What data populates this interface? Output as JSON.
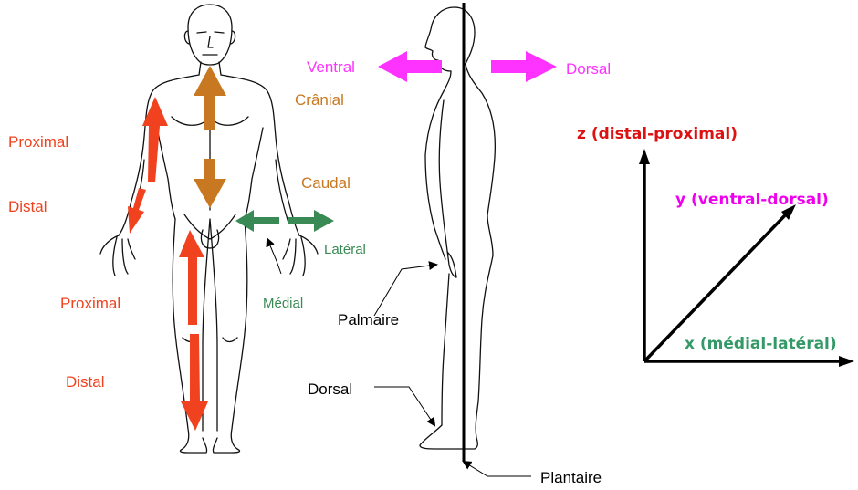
{
  "colors": {
    "red": "#f0421e",
    "brown": "#c87820",
    "green": "#3a8a55",
    "magenta": "#ff33ff",
    "black": "#000000",
    "axis_z": "#dd1111",
    "axis_y": "#ee00ee",
    "axis_x": "#339966"
  },
  "front_view": {
    "arm_proximal": "Proximal",
    "arm_distal": "Distal",
    "leg_proximal": "Proximal",
    "leg_distal": "Distal",
    "cranial": "Crânial",
    "caudal": "Caudal",
    "lateral": "Latéral",
    "medial": "Médial"
  },
  "side_view": {
    "ventral": "Ventral",
    "dorsal_top": "Dorsal",
    "palmar": "Palmaire",
    "dorsal_foot": "Dorsal",
    "plantar": "Plantaire"
  },
  "axes": {
    "z": "z (distal-proximal)",
    "y": "y (ventral-dorsal)",
    "x": "x (médial-latéral)"
  }
}
